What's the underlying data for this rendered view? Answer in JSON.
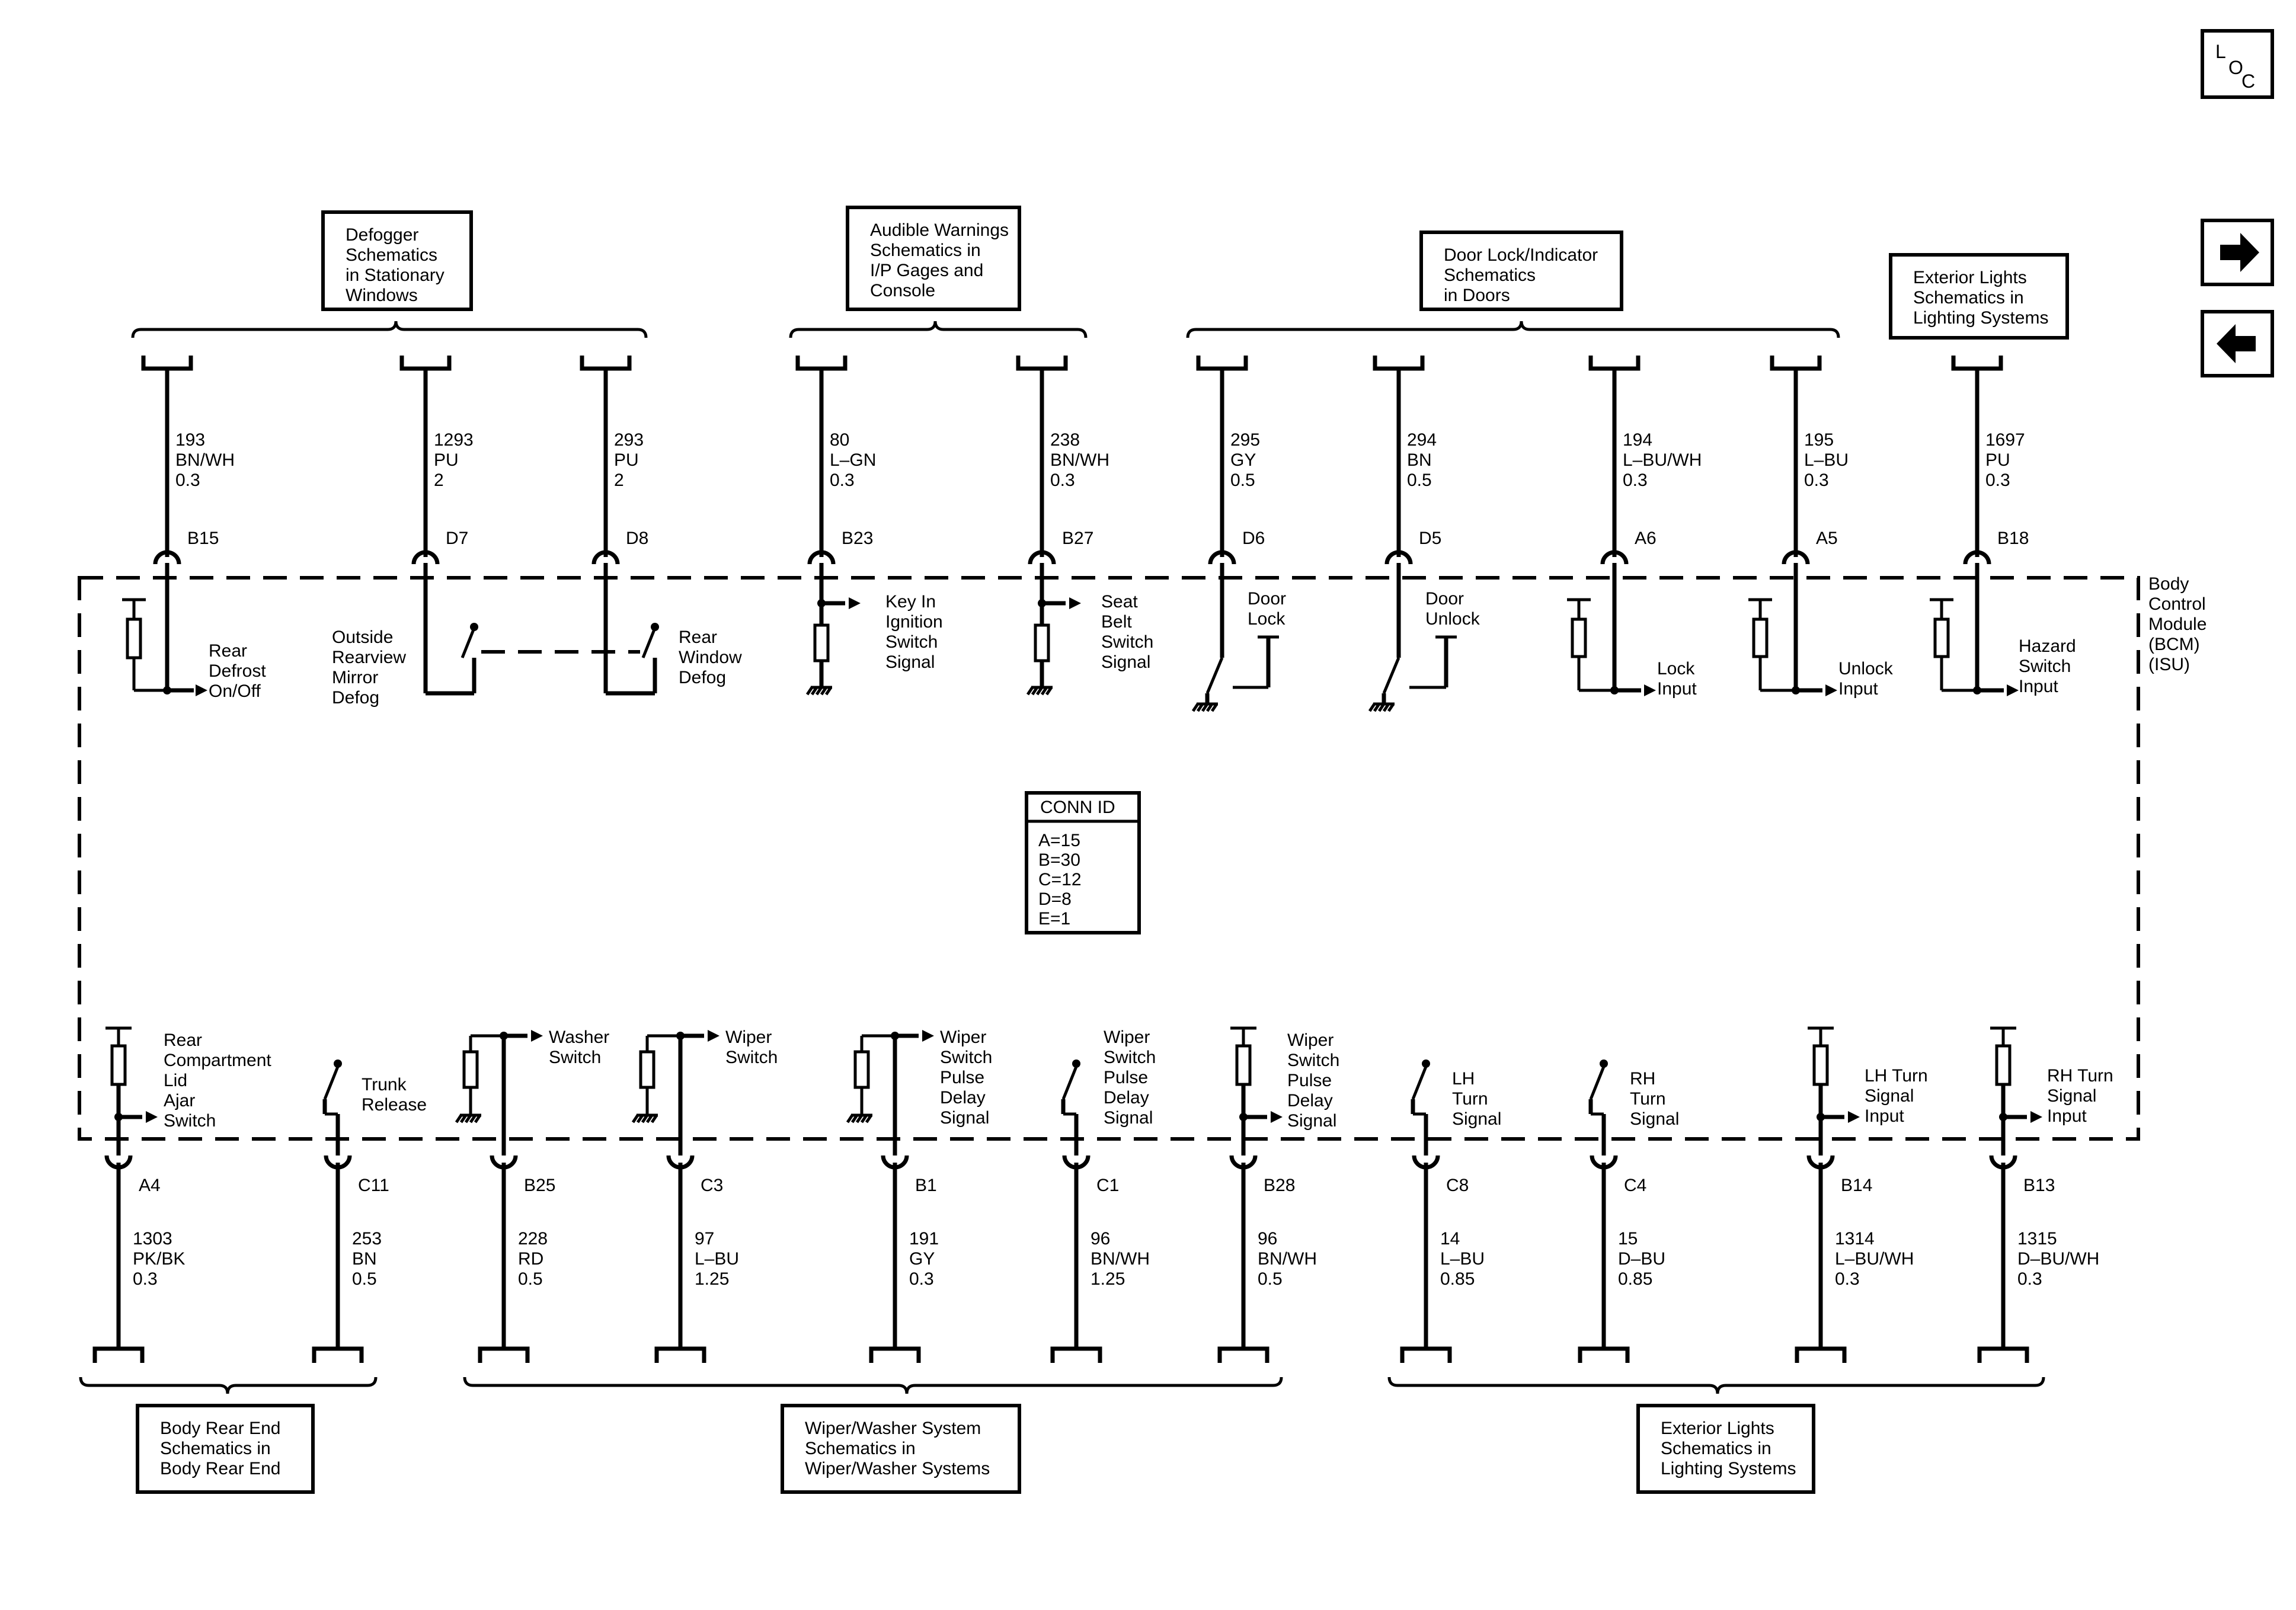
{
  "loc_icon": {
    "l": "L",
    "o": "O",
    "c": "C"
  },
  "nav": {
    "forward_icon": "arrow-right-icon",
    "back_icon": "arrow-left-icon"
  },
  "top_groups": [
    {
      "lines": [
        "Defogger",
        "Schematics",
        "in Stationary",
        "Windows"
      ]
    },
    {
      "lines": [
        "Audible Warnings",
        "Schematics in",
        "I/P Gages and",
        "Console"
      ]
    },
    {
      "lines": [
        "Door Lock/Indicator",
        "Schematics",
        "in Doors"
      ]
    },
    {
      "lines": [
        "Exterior Lights",
        "Schematics in",
        "Lighting Systems"
      ]
    }
  ],
  "bottom_groups": [
    {
      "lines": [
        "Body Rear End",
        "Schematics in",
        "Body Rear End"
      ]
    },
    {
      "lines": [
        "Wiper/Washer System",
        "Schematics in",
        "Wiper/Washer Systems"
      ]
    },
    {
      "lines": [
        "Exterior Lights",
        "Schematics in",
        "Lighting Systems"
      ]
    }
  ],
  "module_label": [
    "Body",
    "Control",
    "Module",
    "(BCM)",
    "(ISU)"
  ],
  "conn_id": {
    "title": "CONN ID",
    "lines": [
      "A=15",
      "B=30",
      "C=12",
      "D=8",
      "E=1"
    ]
  },
  "top_wires": [
    {
      "pin": "B15",
      "circuit": "193",
      "color": "BN/WH",
      "gauge": "0.3",
      "function": [
        "Rear",
        "Defrost",
        "On/Off"
      ]
    },
    {
      "pin": "D7",
      "circuit": "1293",
      "color": "PU",
      "gauge": "2",
      "function": [
        "Outside",
        "Rearview",
        "Mirror",
        "Defog"
      ]
    },
    {
      "pin": "D8",
      "circuit": "293",
      "color": "PU",
      "gauge": "2",
      "function": [
        "Rear",
        "Window",
        "Defog"
      ]
    },
    {
      "pin": "B23",
      "circuit": "80",
      "color": "L–GN",
      "gauge": "0.3",
      "function": [
        "Key In",
        "Ignition",
        "Switch",
        "Signal"
      ]
    },
    {
      "pin": "B27",
      "circuit": "238",
      "color": "BN/WH",
      "gauge": "0.3",
      "function": [
        "Seat",
        "Belt",
        "Switch",
        "Signal"
      ]
    },
    {
      "pin": "D6",
      "circuit": "295",
      "color": "GY",
      "gauge": "0.5",
      "function": [
        "Door",
        "Lock"
      ]
    },
    {
      "pin": "D5",
      "circuit": "294",
      "color": "BN",
      "gauge": "0.5",
      "function": [
        "Door",
        "Unlock"
      ]
    },
    {
      "pin": "A6",
      "circuit": "194",
      "color": "L–BU/WH",
      "gauge": "0.3",
      "function": [
        "Lock",
        "Input"
      ]
    },
    {
      "pin": "A5",
      "circuit": "195",
      "color": "L–BU",
      "gauge": "0.3",
      "function": [
        "Unlock",
        "Input"
      ]
    },
    {
      "pin": "B18",
      "circuit": "1697",
      "color": "PU",
      "gauge": "0.3",
      "function": [
        "Hazard",
        "Switch",
        "Input"
      ]
    }
  ],
  "bottom_wires": [
    {
      "pin": "A4",
      "circuit": "1303",
      "color": "PK/BK",
      "gauge": "0.3",
      "function": [
        "Rear",
        "Compartment",
        "Lid",
        "Ajar",
        "Switch"
      ]
    },
    {
      "pin": "C11",
      "circuit": "253",
      "color": "BN",
      "gauge": "0.5",
      "function": [
        "Trunk",
        "Release"
      ]
    },
    {
      "pin": "B25",
      "circuit": "228",
      "color": "RD",
      "gauge": "0.5",
      "function": [
        "Washer",
        "Switch"
      ]
    },
    {
      "pin": "C3",
      "circuit": "97",
      "color": "L–BU",
      "gauge": "1.25",
      "function": [
        "Wiper",
        "Switch"
      ]
    },
    {
      "pin": "B1",
      "circuit": "191",
      "color": "GY",
      "gauge": "0.3",
      "function": [
        "Wiper",
        "Switch",
        "Pulse",
        "Delay",
        "Signal"
      ]
    },
    {
      "pin": "C1",
      "circuit": "96",
      "color": "BN/WH",
      "gauge": "1.25",
      "function": [
        "Wiper",
        "Switch",
        "Pulse",
        "Delay",
        "Signal"
      ]
    },
    {
      "pin": "B28",
      "circuit": "96",
      "color": "BN/WH",
      "gauge": "0.5",
      "function": [
        "Wiper",
        "Switch",
        "Pulse",
        "Delay",
        "Signal"
      ]
    },
    {
      "pin": "C8",
      "circuit": "14",
      "color": "L–BU",
      "gauge": "0.85",
      "function": [
        "LH",
        "Turn",
        "Signal"
      ]
    },
    {
      "pin": "C4",
      "circuit": "15",
      "color": "D–BU",
      "gauge": "0.85",
      "function": [
        "RH",
        "Turn",
        "Signal"
      ]
    },
    {
      "pin": "B14",
      "circuit": "1314",
      "color": "L–BU/WH",
      "gauge": "0.3",
      "function": [
        "LH Turn",
        "Signal",
        "Input"
      ]
    },
    {
      "pin": "B13",
      "circuit": "1315",
      "color": "D–BU/WH",
      "gauge": "0.3",
      "function": [
        "RH Turn",
        "Signal",
        "Input"
      ]
    }
  ]
}
